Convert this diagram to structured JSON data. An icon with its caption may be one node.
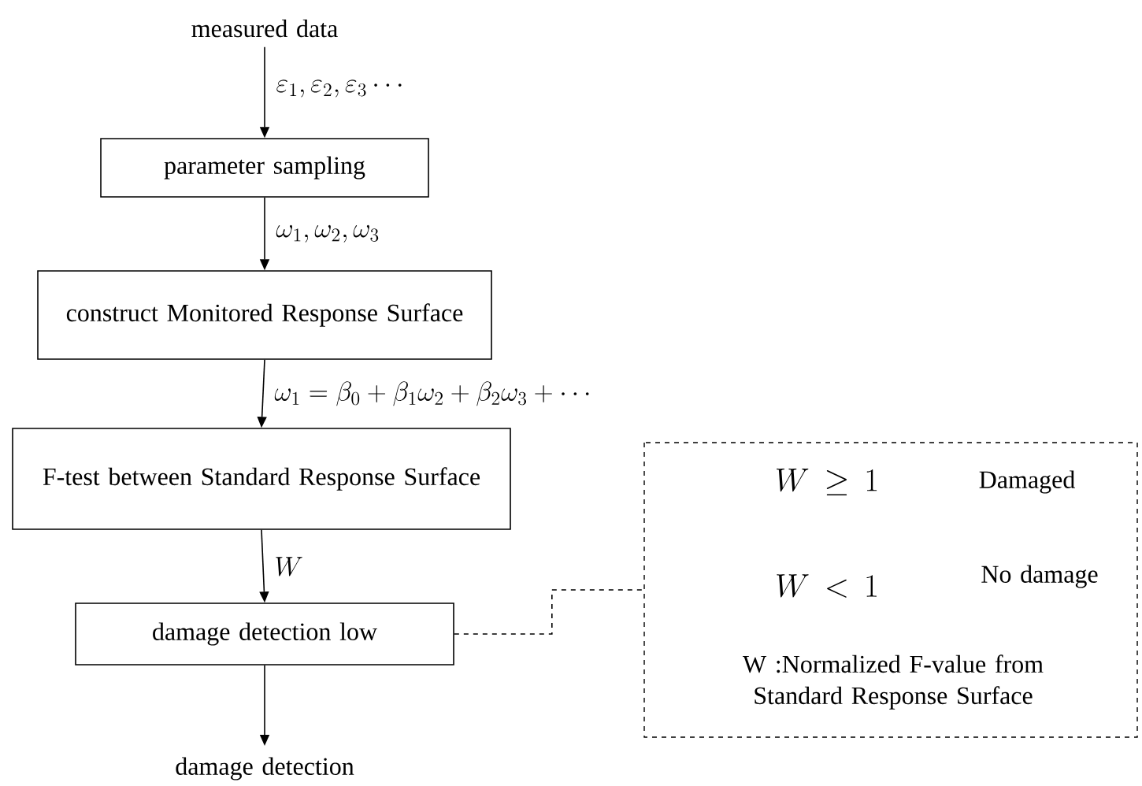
{
  "diagram": {
    "nodes": [
      {
        "text": [
          "measured data"
        ]
      },
      {
        "text": [
          "parameter sampling"
        ]
      },
      {
        "text": [
          "construct Monitored Response Surface"
        ]
      },
      {
        "text": [
          "F-test between Standard Response Surface"
        ]
      },
      {
        "text": [
          "damage detection low"
        ]
      },
      {
        "text": [
          "damage detection"
        ]
      },
      {
        "text": [
          "W \\ge 1",
          "Damaged",
          "W < 1",
          "No damage",
          "W :Normalized F-value from Standard Response Surface"
        ]
      }
    ],
    "edges": [
      {
        "from": 0,
        "to": 1,
        "arrow": "to",
        "label": "\\varepsilon_1,\\varepsilon_2,\\varepsilon_3\\cdots"
      },
      {
        "from": 1,
        "to": 2,
        "arrow": "to",
        "label": "\\omega_1,\\omega_2,\\omega_3"
      },
      {
        "from": 2,
        "to": 3,
        "arrow": "to",
        "label": "\\omega_1=\\beta_0+\\beta_1\\omega_2+\\beta_2\\omega_3+\\cdots"
      },
      {
        "from": 3,
        "to": 4,
        "arrow": "to",
        "label": "W"
      },
      {
        "from": 4,
        "to": 5,
        "arrow": "to"
      },
      {
        "from": 4,
        "to": 6,
        "arrow": "none",
        "style": "dashed"
      }
    ]
  }
}
